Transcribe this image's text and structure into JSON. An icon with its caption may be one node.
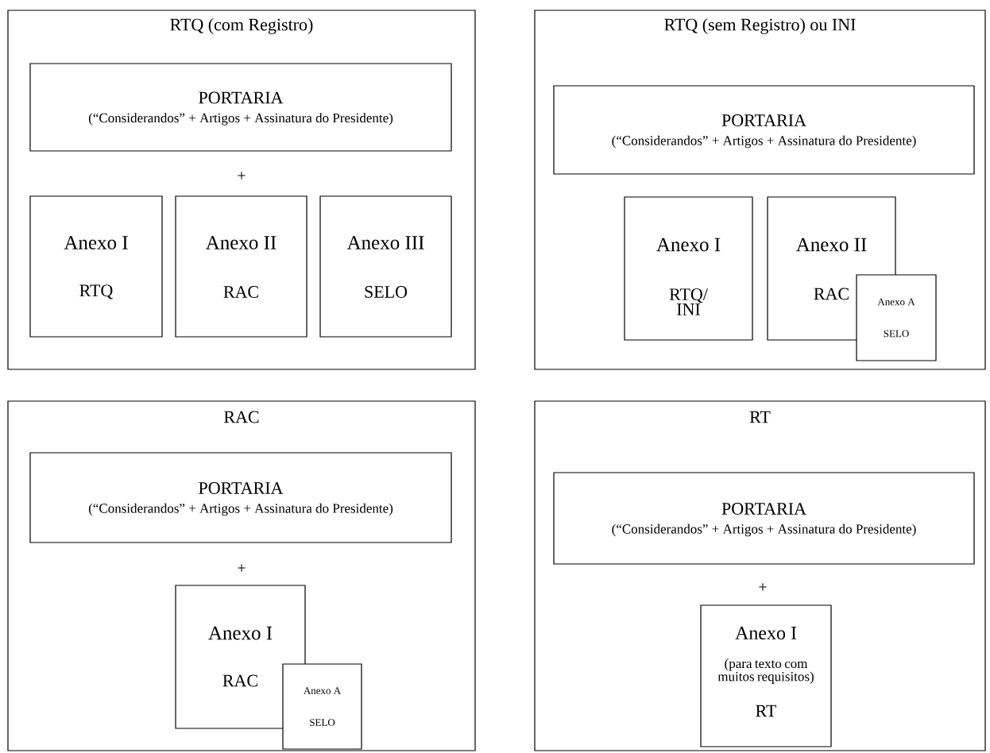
{
  "diagram": {
    "nodes": [
      {
        "text": [
          "RTQ (com Registro)"
        ]
      },
      {
        "text": [
          "PORTARIA",
          "(“Considerandos” + Artigos + Assinatura do Presidente)"
        ],
        "in": 0
      },
      {
        "text": [
          "Anexo I",
          "RTQ"
        ],
        "in": 0
      },
      {
        "text": [
          "Anexo II",
          "RAC"
        ],
        "in": 0
      },
      {
        "text": [
          "Anexo III",
          "SELO"
        ],
        "in": 0
      },
      {
        "text": [
          "RTQ (sem Registro) ou INI"
        ]
      },
      {
        "text": [
          "PORTARIA",
          "(“Considerandos” + Artigos + Assinatura do Presidente)"
        ],
        "in": 5
      },
      {
        "text": [
          "Anexo I",
          "RTQ/ INI"
        ],
        "in": 5
      },
      {
        "text": [
          "Anexo II",
          "RAC"
        ],
        "in": 5
      },
      {
        "text": [
          "Anexo A",
          "SELO"
        ],
        "in": 5
      },
      {
        "text": [
          "RAC"
        ]
      },
      {
        "text": [
          "PORTARIA",
          "(“Considerandos” + Artigos + Assinatura do Presidente)"
        ],
        "in": 10
      },
      {
        "text": [
          "Anexo I",
          "RAC"
        ],
        "in": 10
      },
      {
        "text": [
          "Anexo A",
          "SELO"
        ],
        "in": 10
      },
      {
        "text": [
          "RT"
        ]
      },
      {
        "text": [
          "PORTARIA",
          "(“Considerandos” + Artigos + Assinatura do Presidente)"
        ],
        "in": 14
      },
      {
        "text": [
          "Anexo I",
          "(para texto com muitos requisitos)",
          "RT"
        ],
        "in": 14
      }
    ],
    "labels": [
      "+",
      "+",
      "+"
    ]
  }
}
